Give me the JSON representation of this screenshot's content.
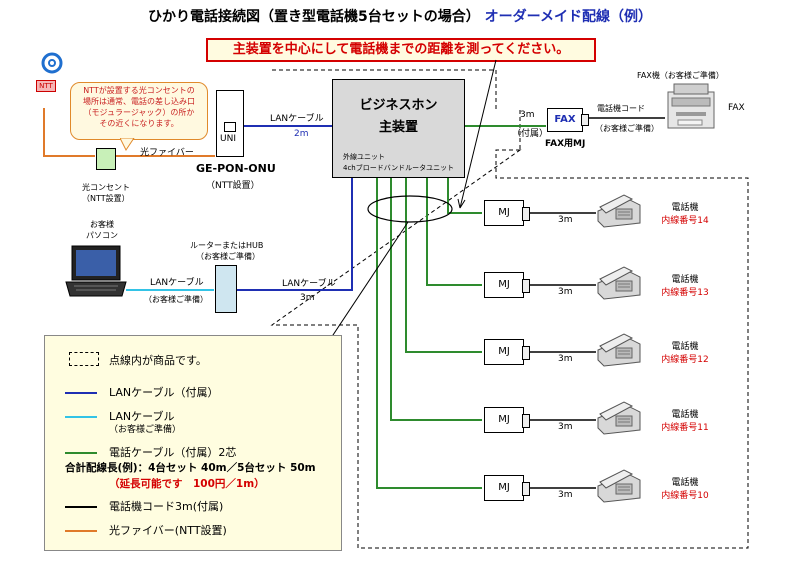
{
  "title": {
    "main": "ひかり電話接続図（置き型電話機5台セットの場合）",
    "order": "オーダーメイド配線（例）"
  },
  "banner": "主装置を中心にして電話機までの距離を測ってください。",
  "callout": {
    "line1": "NTTが設置する光コンセントの",
    "line2": "場所は通常、電話の差し込み口",
    "line3": "（モジュラージャック）の所か",
    "line4": "その近くになります。"
  },
  "ntt_logo_tag": "NTT",
  "onu": {
    "port": "UNI",
    "name": "GE-PON-ONU",
    "sub": "（NTT設置）"
  },
  "fiber": {
    "label": "光ファイバー"
  },
  "outlet": {
    "line1": "光コンセント",
    "line2": "（NTT設置）"
  },
  "lan_top": {
    "label": "LANケーブル",
    "length": "2m"
  },
  "main_unit": {
    "title1": "ビジネスホン",
    "title2": "主装置",
    "unit1": "外線ユニット",
    "unit2": "4chブロードバンドルータユニット"
  },
  "fax_link": {
    "length": "3m",
    "note": "（付属）"
  },
  "fax_box": {
    "label": "FAX",
    "caption": "FAX用MJ"
  },
  "fax_cord": {
    "label": "電話機コード",
    "note": "（お客様ご準備）"
  },
  "fax_machine": {
    "title": "FAX機（お客様ご準備）",
    "label": "FAX"
  },
  "pc": {
    "line1": "お客様",
    "line2": "パソコン"
  },
  "pc_lan": {
    "label": "LANケーブル",
    "note": "（お客様ご準備）"
  },
  "router": {
    "line1": "ルーターまたはHUB",
    "line2": "（お客様ご準備）"
  },
  "lan_bottom": {
    "label": "LANケーブル",
    "length": "3m"
  },
  "mj_label": "MJ",
  "phones": [
    {
      "name": "電話機",
      "ext": "内線番号14",
      "cord": "3m"
    },
    {
      "name": "電話機",
      "ext": "内線番号13",
      "cord": "3m"
    },
    {
      "name": "電話機",
      "ext": "内線番号12",
      "cord": "3m"
    },
    {
      "name": "電話機",
      "ext": "内線番号11",
      "cord": "3m"
    },
    {
      "name": "電話機",
      "ext": "内線番号10",
      "cord": "3m"
    }
  ],
  "legend": {
    "dashed": "点線内が商品です。",
    "lan_included": "LANケーブル（付属）",
    "lan_customer": "LANケーブル",
    "lan_customer_note": "（お客様ご準備）",
    "tel_cable": "電話ケーブル（付属）2芯",
    "total_length": "合計配線長(例)：4台セット 40m／5台セット 50m",
    "extension": "（延長可能です　100円／1m）",
    "cord": "電話機コード3m(付属)",
    "fiber": "光ファイバー(NTT設置)"
  },
  "colors": {
    "lan_included": "#1f2fb3",
    "lan_customer": "#33c3e6",
    "tel_cable": "#2e8b2e",
    "cord": "#000000",
    "fiber": "#e07a2a",
    "accent_red": "#d40000"
  }
}
